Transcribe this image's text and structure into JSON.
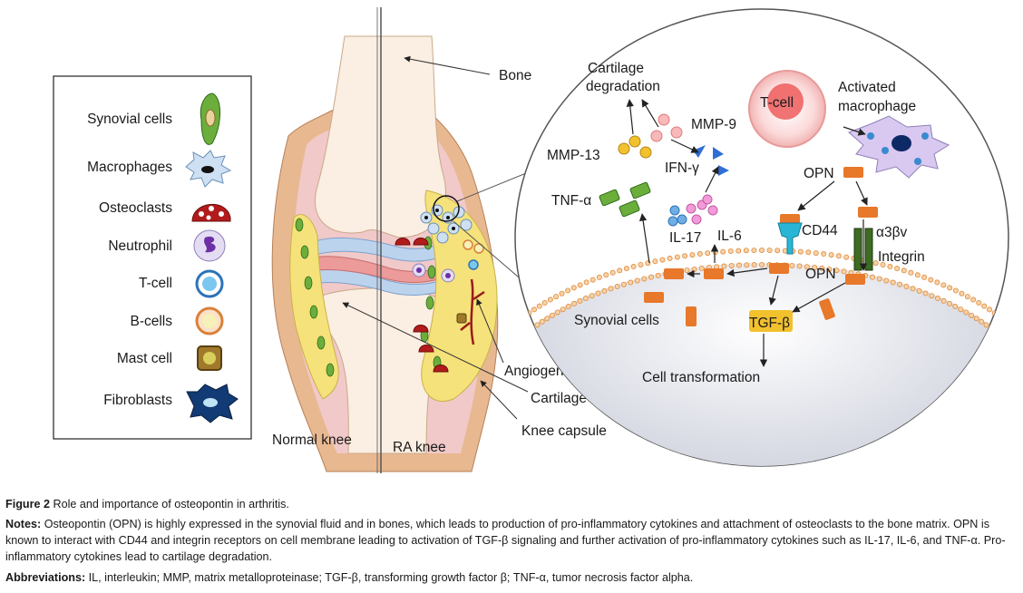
{
  "legend": {
    "items": [
      {
        "label": "Synovial cells",
        "icon": "synovial-cell-icon"
      },
      {
        "label": "Macrophages",
        "icon": "macrophage-icon"
      },
      {
        "label": "Osteoclasts",
        "icon": "osteoclast-icon"
      },
      {
        "label": "Neutrophil",
        "icon": "neutrophil-icon"
      },
      {
        "label": "T-cell",
        "icon": "t-cell-icon"
      },
      {
        "label": "B-cells",
        "icon": "b-cell-icon"
      },
      {
        "label": "Mast cell",
        "icon": "mast-cell-icon"
      },
      {
        "label": "Fibroblasts",
        "icon": "fibroblast-icon"
      }
    ]
  },
  "knee": {
    "bone": "Bone",
    "normal_knee": "Normal knee",
    "ra_knee": "RA knee",
    "angiogenesis": "Angiogenesis",
    "cartilage": "Cartilage",
    "knee_capsule": "Knee capsule"
  },
  "inset": {
    "cartilage_degradation_1": "Cartilage",
    "cartilage_degradation_2": "degradation",
    "mmp9": "MMP-9",
    "mmp13": "MMP-13",
    "ifn_gamma": "IFN-γ",
    "tnf_alpha": "TNF-α",
    "il17": "IL-17",
    "il6": "IL-6",
    "t_cell": "T-cell",
    "activated_macrophage_1": "Activated",
    "activated_macrophage_2": "macrophage",
    "opn_top": "OPN",
    "cd44": "CD44",
    "integrin_sub": "α3βv",
    "integrin": "Integrin",
    "opn_bottom": "OPN",
    "synovial_cells": "Synovial cells",
    "tgf_beta": "TGF-β",
    "cell_transformation": "Cell transformation"
  },
  "caption": {
    "figure_label": "Figure 2",
    "title": "Role and importance of osteopontin in arthritis.",
    "notes_label": "Notes:",
    "notes_text": "Osteopontin (OPN) is highly expressed in the synovial fluid and in bones, which leads to production of pro-inflammatory cytokines and attachment of osteoclasts to the bone matrix. OPN is known to interact with CD44 and integrin receptors on cell membrane leading to activation of TGF-β signaling and further activation of pro-inflammatory cytokines such as IL-17, IL-6, and TNF-α. Pro-inflammatory cytokines lead to cartilage degradation.",
    "abbr_label": "Abbreviations:",
    "abbr_text": "IL, interleukin; MMP, matrix metalloproteinase; TGF-β, transforming growth factor β; TNF-α, tumor necrosis factor alpha."
  },
  "colors": {
    "orange_receptor": "#e8782a",
    "cd44_cyan": "#29b6d6",
    "integrin_green": "#3e6b22",
    "tgf_yellow": "#f2c12e",
    "pink_capsule": "#f2b8b8",
    "synovium_yellow": "#f5e27a"
  }
}
